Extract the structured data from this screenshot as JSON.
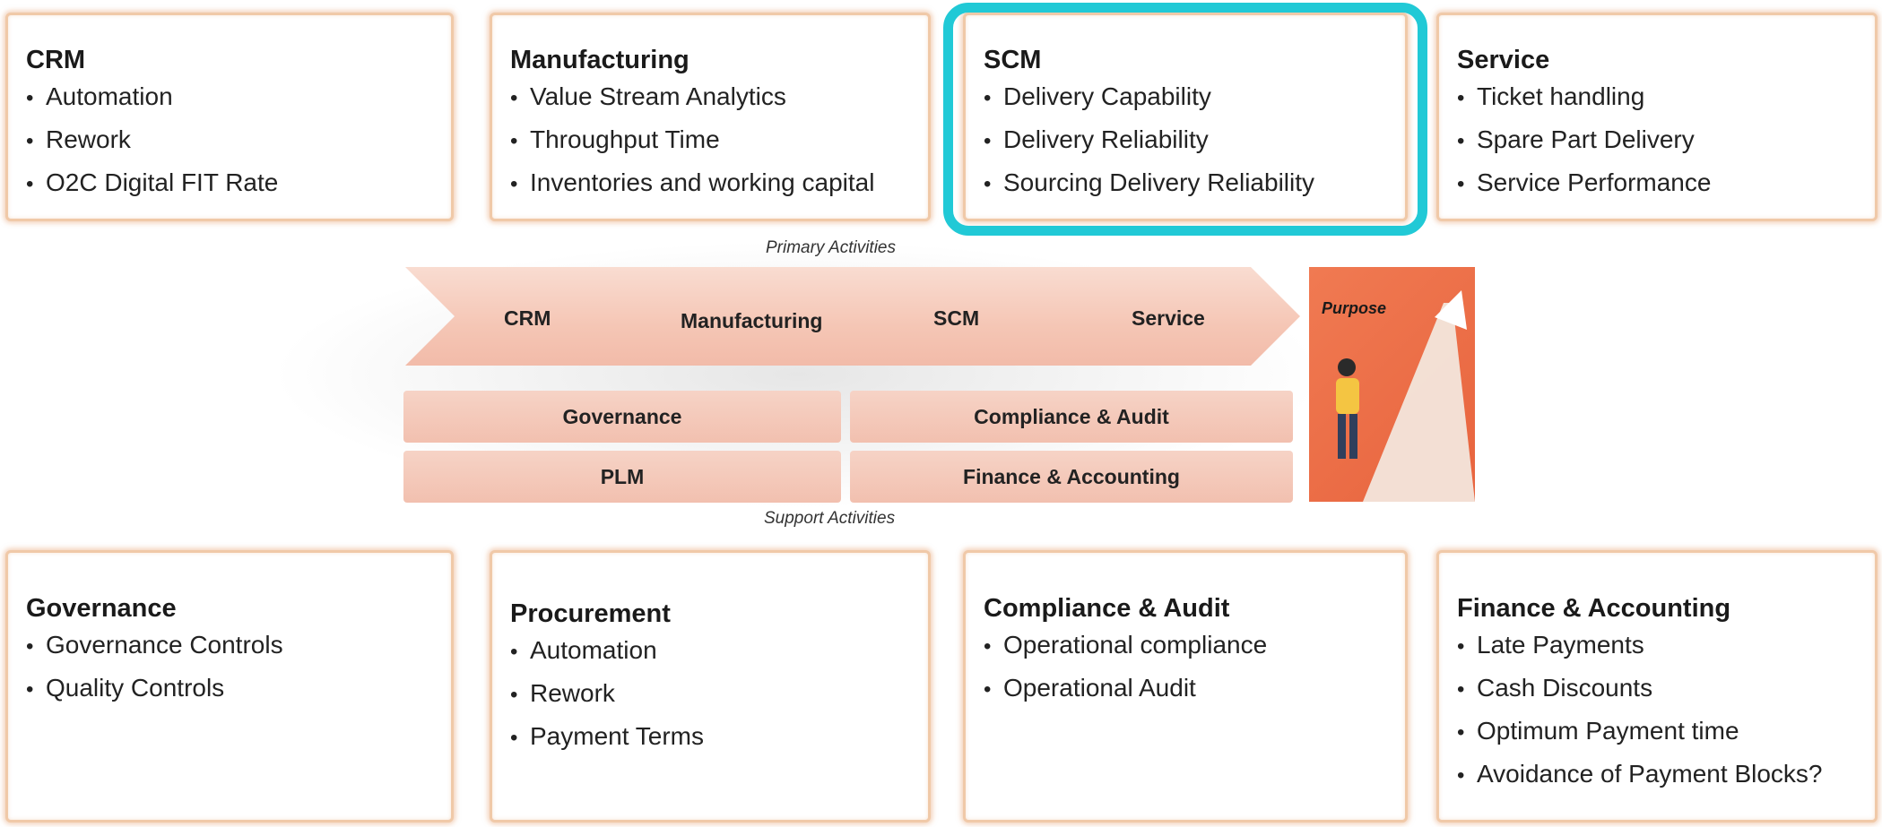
{
  "top_cards": [
    {
      "title": "CRM",
      "items": [
        "Automation",
        "Rework",
        "O2C Digital FIT Rate"
      ]
    },
    {
      "title": "Manufacturing",
      "items": [
        "Value Stream Analytics",
        "Throughput Time",
        "Inventories and working capital"
      ]
    },
    {
      "title": "SCM",
      "items": [
        "Delivery Capability",
        "Delivery Reliability",
        "Sourcing Delivery Reliability"
      ]
    },
    {
      "title": "Service",
      "items": [
        "Ticket handling",
        "Spare Part Delivery",
        "Service Performance"
      ]
    }
  ],
  "bottom_cards": [
    {
      "title": "Governance",
      "items": [
        "Governance Controls",
        "Quality Controls"
      ]
    },
    {
      "title": "Procurement",
      "items": [
        "Automation",
        "Rework",
        "Payment Terms"
      ]
    },
    {
      "title": "Compliance & Audit",
      "items": [
        "Operational compliance",
        "Operational Audit"
      ]
    },
    {
      "title": "Finance & Accounting",
      "items": [
        "Late Payments",
        "Cash Discounts",
        "Optimum Payment time",
        "Avoidance of Payment Blocks?"
      ]
    }
  ],
  "diagram": {
    "primary_caption": "Primary Activities",
    "support_caption": "Support Activities",
    "chevrons": [
      "CRM",
      "Manufacturing",
      "SCM",
      "Service"
    ],
    "support_bars": [
      "Governance",
      "Compliance & Audit",
      "PLM",
      "Finance & Accounting"
    ],
    "purpose_label": "Purpose"
  },
  "colors": {
    "highlight": "#21c9d6",
    "card_border": "#f0c9a8",
    "chevron_fill": "#f5c6b5",
    "purpose_bg": "#e8643e"
  }
}
